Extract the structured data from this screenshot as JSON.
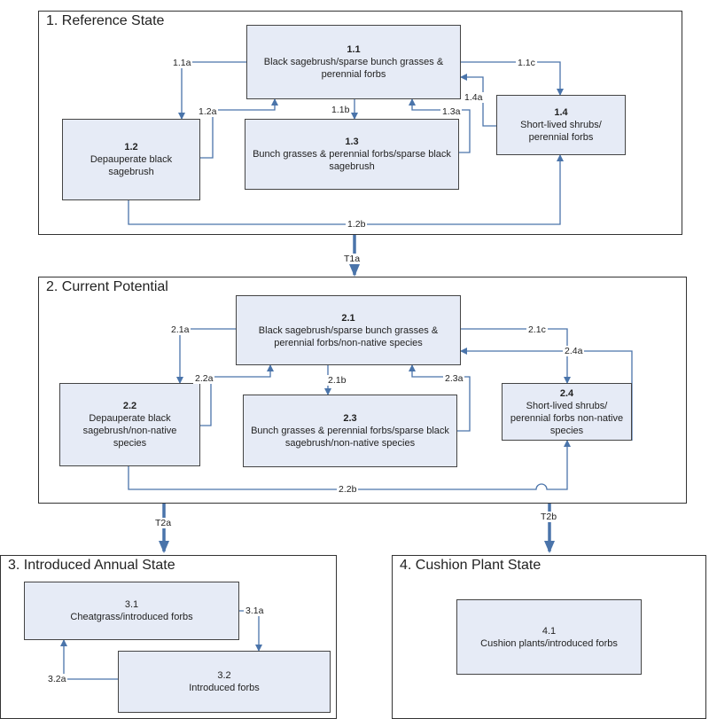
{
  "states": [
    {
      "title": "1. Reference State"
    },
    {
      "title": "2. Current Potential"
    },
    {
      "title": "3. Introduced Annual State"
    },
    {
      "title": "4. Cushion Plant State"
    }
  ],
  "communities": {
    "c1_1": {
      "num": "1.1",
      "text": "Black sagebrush/sparse bunch grasses & perennial forbs"
    },
    "c1_2": {
      "num": "1.2",
      "text": "Depauperate black sagebrush"
    },
    "c1_3": {
      "num": "1.3",
      "text": "Bunch grasses & perennial forbs/sparse black sagebrush"
    },
    "c1_4": {
      "num": "1.4",
      "text": "Short-lived shrubs/ perennial forbs"
    },
    "c2_1": {
      "num": "2.1",
      "text": "Black sagebrush/sparse bunch grasses & perennial forbs/non-native species"
    },
    "c2_2": {
      "num": "2.2",
      "text": "Depauperate black sagebrush/non-native species"
    },
    "c2_3": {
      "num": "2.3",
      "text": "Bunch grasses & perennial forbs/sparse black sagebrush/non-native species"
    },
    "c2_4": {
      "num": "2.4",
      "text": "Short-lived shrubs/ perennial forbs non-native species"
    },
    "c3_1": {
      "num": "3.1",
      "text": "Cheatgrass/introduced forbs"
    },
    "c3_2": {
      "num": "3.2",
      "text": "Introduced forbs"
    },
    "c4_1": {
      "num": "4.1",
      "text": "Cushion plants/introduced forbs"
    }
  },
  "pathways": {
    "p1_1a": "1.1a",
    "p1_1b": "1.1b",
    "p1_1c": "1.1c",
    "p1_2a": "1.2a",
    "p1_2b": "1.2b",
    "p1_3a": "1.3a",
    "p1_4a": "1.4a",
    "p2_1a": "2.1a",
    "p2_1b": "2.1b",
    "p2_1c": "2.1c",
    "p2_2a": "2.2a",
    "p2_2b": "2.2b",
    "p2_3a": "2.3a",
    "p2_4a": "2.4a",
    "p3_1a": "3.1a",
    "p3_2a": "3.2a"
  },
  "transitions": {
    "t1a": "T1a",
    "t2a": "T2a",
    "t2b": "T2b"
  },
  "colors": {
    "arrow": "#4a74aa",
    "box_fill": "#e6ebf6",
    "box_border": "#444444"
  }
}
